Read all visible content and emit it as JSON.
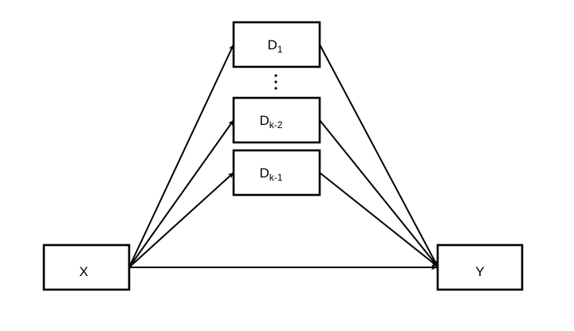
{
  "diagram": {
    "nodes": {
      "x": {
        "label": "X"
      },
      "y": {
        "label": "Y"
      },
      "d1": {
        "label": "D",
        "subscript": "1"
      },
      "dk2": {
        "label": "D",
        "subscript": "k-2"
      },
      "dk1": {
        "label": "D",
        "subscript": "k-1"
      }
    },
    "edges": [
      {
        "from": "x",
        "to": "d1"
      },
      {
        "from": "x",
        "to": "dk2"
      },
      {
        "from": "x",
        "to": "dk1"
      },
      {
        "from": "x",
        "to": "y"
      },
      {
        "from": "d1",
        "to": "y"
      },
      {
        "from": "dk2",
        "to": "y"
      },
      {
        "from": "dk1",
        "to": "y"
      }
    ],
    "colors": {
      "stroke": "#000000",
      "background": "#ffffff"
    }
  }
}
